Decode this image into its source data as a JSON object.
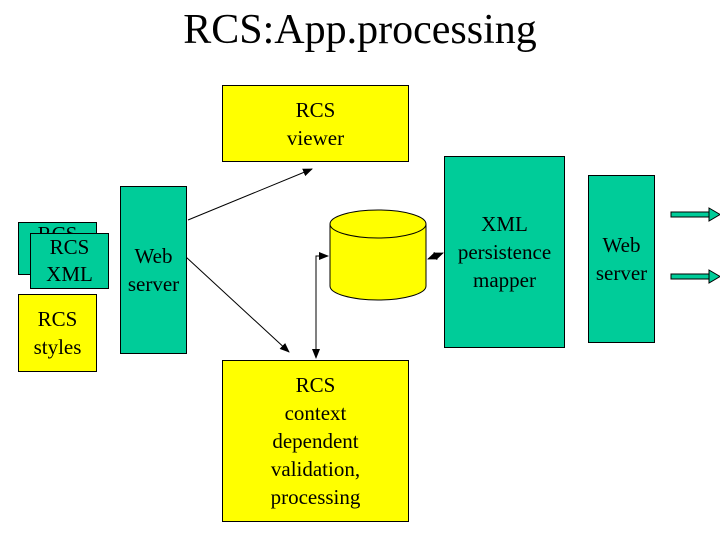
{
  "title": "RCS:App.processing",
  "colors": {
    "document": "#ffff00",
    "component": "#00cc99",
    "database": "#ffff00",
    "line": "#000000"
  },
  "nodes": {
    "rcs_viewer": "RCS\n viewer",
    "rcs_back": "RCS",
    "rcs_xml": "RCS\n XML",
    "rcs_styles": "RCS\nstyles",
    "web_server_left": "Web\nserver",
    "xml_mapper": "XML\npersistence\nmapper",
    "web_server_right": "Web\nserver",
    "rcs_processing": "RCS\n context\ndependent\nvalidation,\nprocessing"
  }
}
